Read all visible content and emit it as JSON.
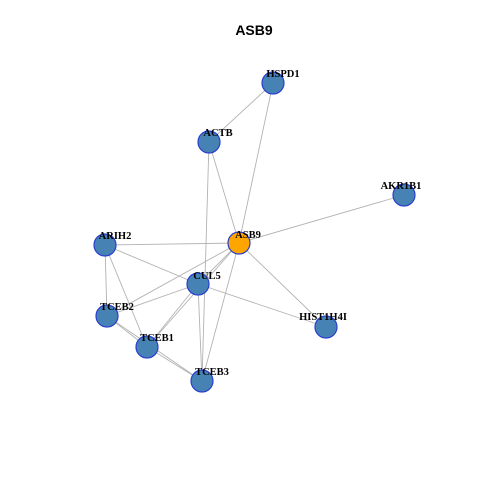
{
  "title": "ASB9",
  "colors": {
    "node_fill": "#4682b4",
    "hub_fill": "#ffa500",
    "node_stroke": "#2a3fcf",
    "edge": "#b3b3b3"
  },
  "nodes": [
    {
      "id": "HSPD1",
      "label": "HSPD1"
    },
    {
      "id": "ACTB",
      "label": "ACTB"
    },
    {
      "id": "AKR1B1",
      "label": "AKR1B1"
    },
    {
      "id": "ARIH2",
      "label": "ARIH2"
    },
    {
      "id": "ASB9",
      "label": "ASB9",
      "hub": true
    },
    {
      "id": "CUL5",
      "label": "CUL5"
    },
    {
      "id": "TCEB2",
      "label": "TCEB2"
    },
    {
      "id": "HIST1H4I",
      "label": "HIST1H4I"
    },
    {
      "id": "TCEB1",
      "label": "TCEB1"
    },
    {
      "id": "TCEB3",
      "label": "TCEB3"
    }
  ],
  "edges": [
    [
      "HSPD1",
      "ACTB"
    ],
    [
      "HSPD1",
      "ASB9"
    ],
    [
      "ACTB",
      "ASB9"
    ],
    [
      "ACTB",
      "TCEB3"
    ],
    [
      "AKR1B1",
      "ASB9"
    ],
    [
      "ARIH2",
      "ASB9"
    ],
    [
      "ARIH2",
      "CUL5"
    ],
    [
      "ARIH2",
      "TCEB2"
    ],
    [
      "ARIH2",
      "TCEB1"
    ],
    [
      "ASB9",
      "CUL5"
    ],
    [
      "ASB9",
      "TCEB2"
    ],
    [
      "ASB9",
      "TCEB1"
    ],
    [
      "ASB9",
      "TCEB3"
    ],
    [
      "ASB9",
      "HIST1H4I"
    ],
    [
      "CUL5",
      "TCEB2"
    ],
    [
      "CUL5",
      "TCEB1"
    ],
    [
      "CUL5",
      "TCEB3"
    ],
    [
      "CUL5",
      "HIST1H4I"
    ],
    [
      "TCEB2",
      "TCEB1"
    ],
    [
      "TCEB2",
      "TCEB3"
    ],
    [
      "TCEB1",
      "TCEB3"
    ]
  ]
}
